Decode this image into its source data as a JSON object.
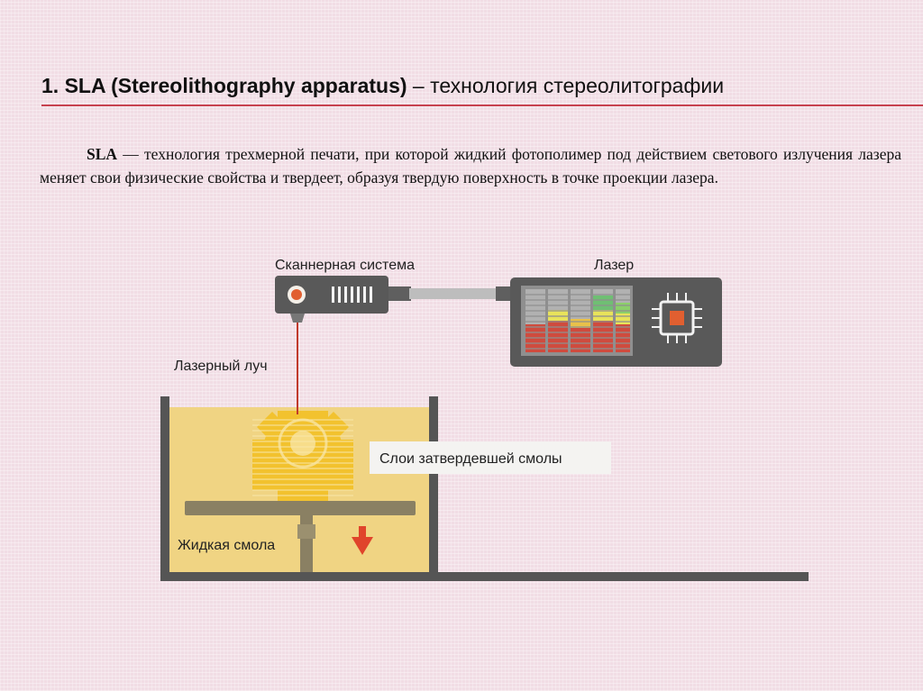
{
  "title": {
    "bold": "1. SLA (Stereolithography  apparatus)",
    "rest": " – технология стереолитографии"
  },
  "paragraph": {
    "term": "SLA",
    "text": " — технология трехмерной печати, при которой жидкий фотополимер под  действием светового излучения лазера меняет свои физические свойства и  твердеет, образуя твердую поверхность в точке проекции лазера."
  },
  "diagram": {
    "scanner_label": "Сканнерная система",
    "laser_label": "Лазер",
    "beam_label": "Лазерный луч",
    "layers_label": "Слои затвердевшей смолы",
    "resin_label": "Жидкая смола",
    "colors": {
      "device": "#595959",
      "device_dark": "#4a4a4a",
      "resin": "#f0d483",
      "gear": "#f2c22e",
      "beam": "#c0392b",
      "arrow": "#e0442b",
      "tank": "#555555"
    }
  }
}
